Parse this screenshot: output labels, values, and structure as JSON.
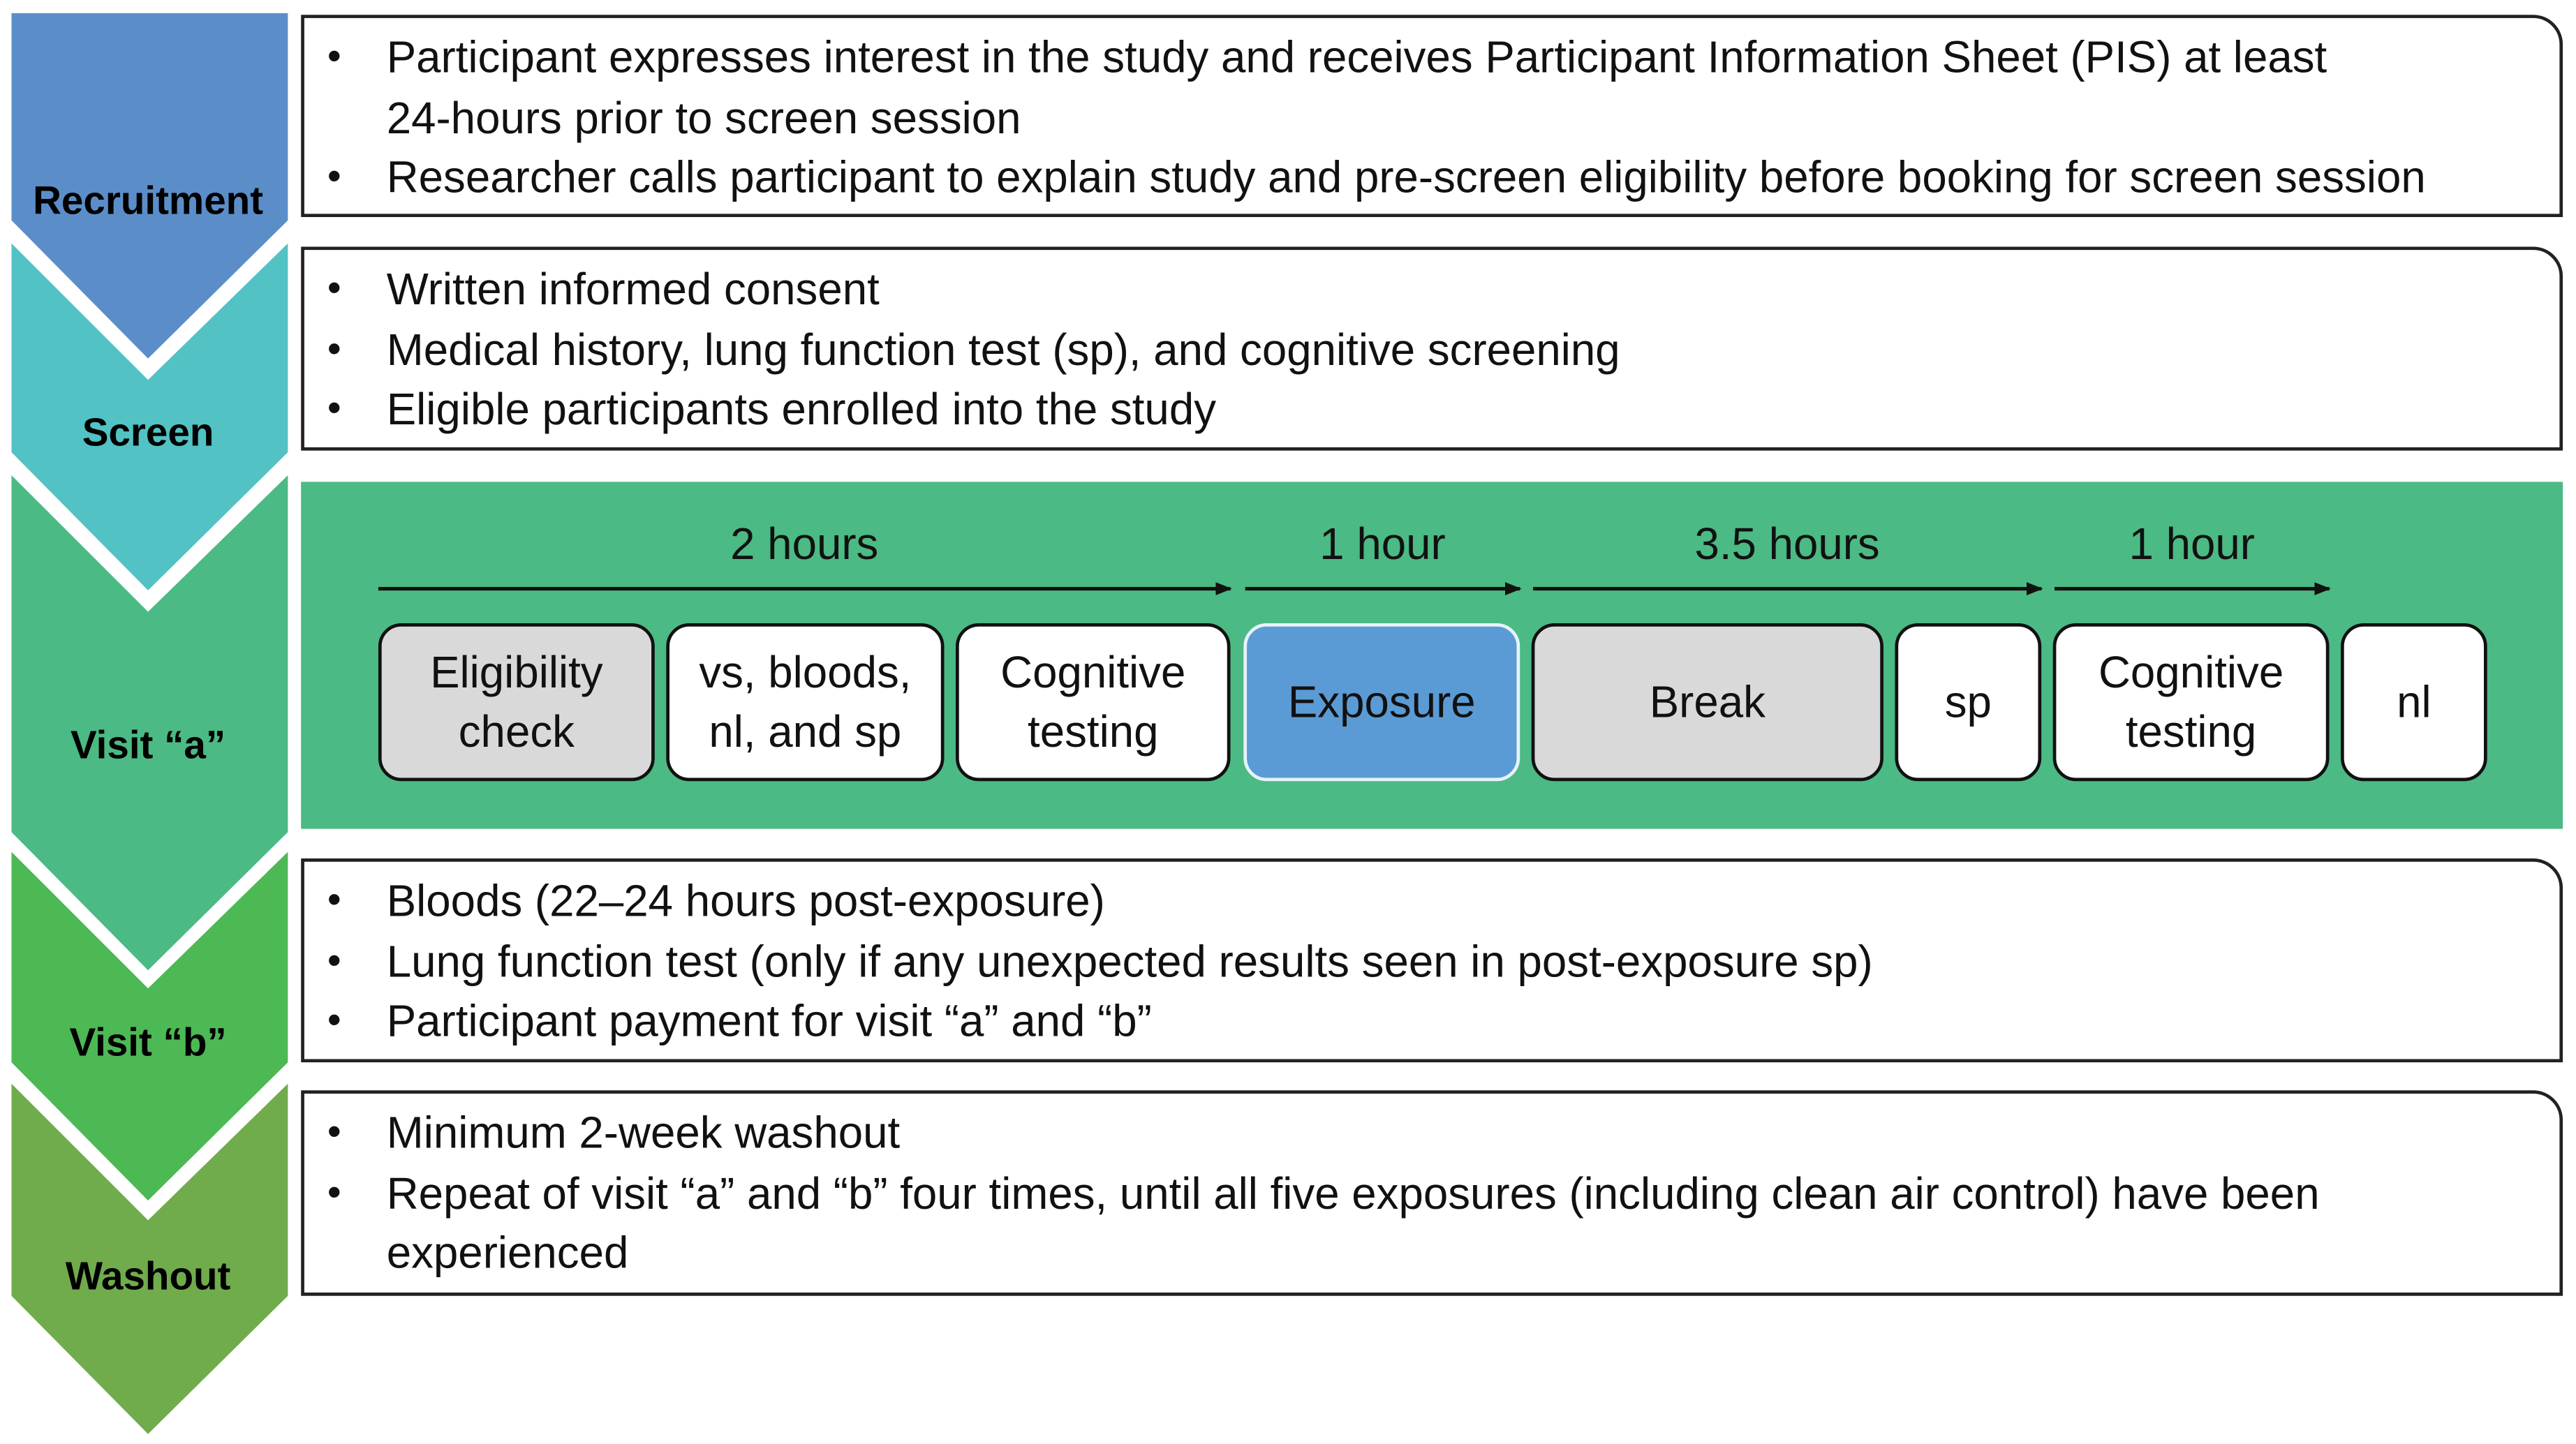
{
  "stages": [
    {
      "label": "Recruitment",
      "color": "#5b8ec9"
    },
    {
      "label": "Screen",
      "color": "#52c2c4"
    },
    {
      "label": "Visit “a”",
      "color": "#4bba84"
    },
    {
      "label": "Visit “b”",
      "color": "#4cb954"
    },
    {
      "label": "Washout",
      "color": "#71ac4c"
    }
  ],
  "recruitment": {
    "bullets": [
      "Participant expresses interest in the study and receives Participant Information Sheet (PIS) at least 24-hours prior to screen session",
      "Researcher calls participant to explain study and pre-screen eligibility before booking for screen session"
    ]
  },
  "screen": {
    "bullets": [
      "Written informed consent",
      "Medical history, lung function test (sp), and cognitive screening",
      "Eligible participants enrolled into the study"
    ]
  },
  "visit_a": {
    "durations": [
      "2 hours",
      "1 hour",
      "3.5 hours",
      "1 hour"
    ],
    "steps": [
      {
        "line1": "Eligibility",
        "line2": "check",
        "fill": "#d9d9d9"
      },
      {
        "line1": "vs, bloods,",
        "line2": "nl, and sp",
        "fill": "#ffffff"
      },
      {
        "line1": "Cognitive",
        "line2": "testing",
        "fill": "#ffffff"
      },
      {
        "line1": "Exposure",
        "line2": "",
        "fill": "#5b9bd5"
      },
      {
        "line1": "Break",
        "line2": "",
        "fill": "#d9d9d9"
      },
      {
        "line1": "sp",
        "line2": "",
        "fill": "#ffffff"
      },
      {
        "line1": "Cognitive",
        "line2": "testing",
        "fill": "#ffffff"
      },
      {
        "line1": "nl",
        "line2": "",
        "fill": "#ffffff"
      }
    ]
  },
  "visit_b": {
    "bullets": [
      "Bloods (22–24 hours post-exposure)",
      "Lung function test (only if any unexpected results seen in post-exposure sp)",
      "Participant payment for visit “a” and “b”"
    ]
  },
  "washout": {
    "bullets": [
      "Minimum 2-week washout",
      "Repeat of visit “a” and “b” four times, until all five exposures (including clean air control) have been experienced"
    ]
  }
}
